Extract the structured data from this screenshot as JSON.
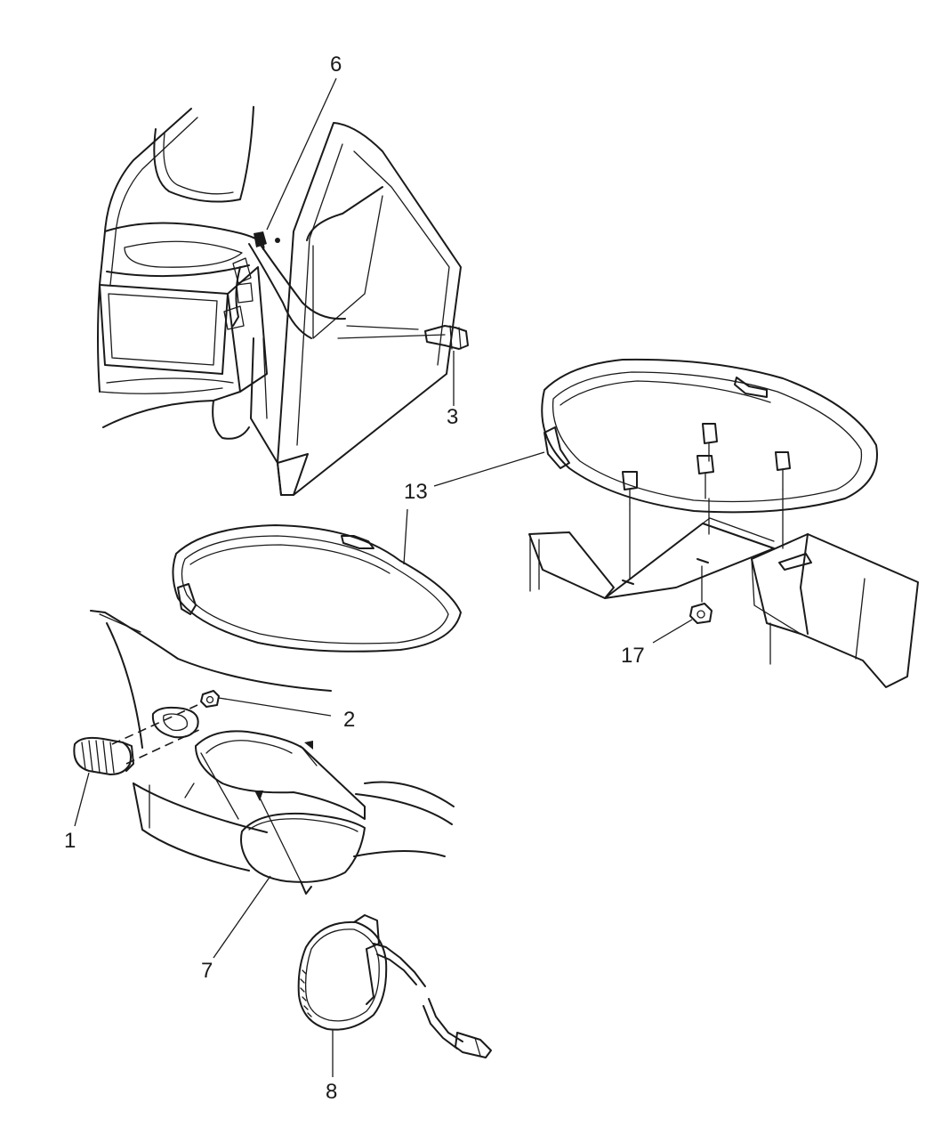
{
  "callouts": [
    {
      "id": "c1",
      "label": "1"
    },
    {
      "id": "c2",
      "label": "2"
    },
    {
      "id": "c3",
      "label": "3"
    },
    {
      "id": "c6",
      "label": "6"
    },
    {
      "id": "c7",
      "label": "7"
    },
    {
      "id": "c8",
      "label": "8"
    },
    {
      "id": "c13",
      "label": "13"
    },
    {
      "id": "c17",
      "label": "17"
    }
  ]
}
